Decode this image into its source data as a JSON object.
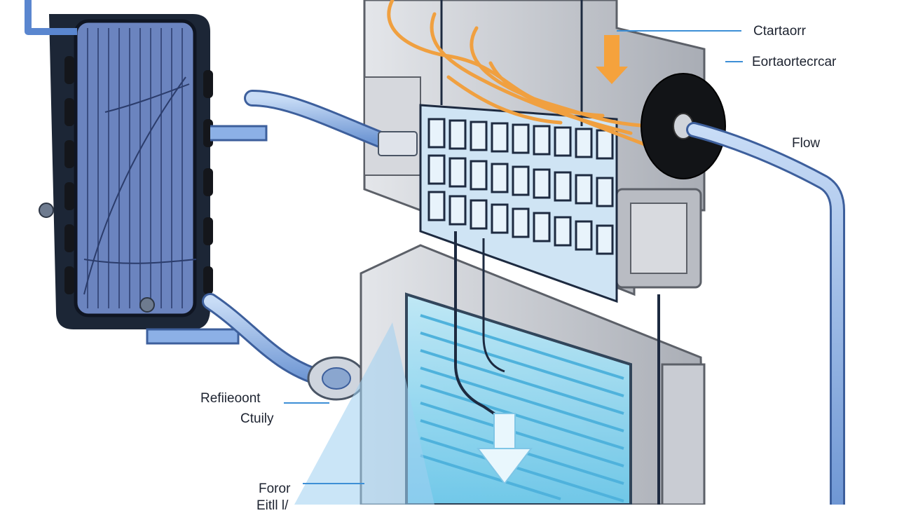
{
  "labels": {
    "top_right_1": "Ctartaorr",
    "top_right_2": "Eortaortecrcar",
    "flow": "Flow",
    "left_1": "Refiieoont",
    "left_2": "Ctuily",
    "bottom_1": "Foror",
    "bottom_2": "Eitll l/"
  },
  "colors": {
    "pipe": "#7fa8e0",
    "pipe_edge": "#3d5f9c",
    "fins": "#7b94c8",
    "housing": "#c9ccd3",
    "housing_edge": "#5c6068",
    "wire": "#f0a040",
    "glass": "#8fd6ef",
    "leader": "#3d8fd6"
  },
  "icons": [
    "down-arrow-icon",
    "orange-arrow-icon"
  ]
}
